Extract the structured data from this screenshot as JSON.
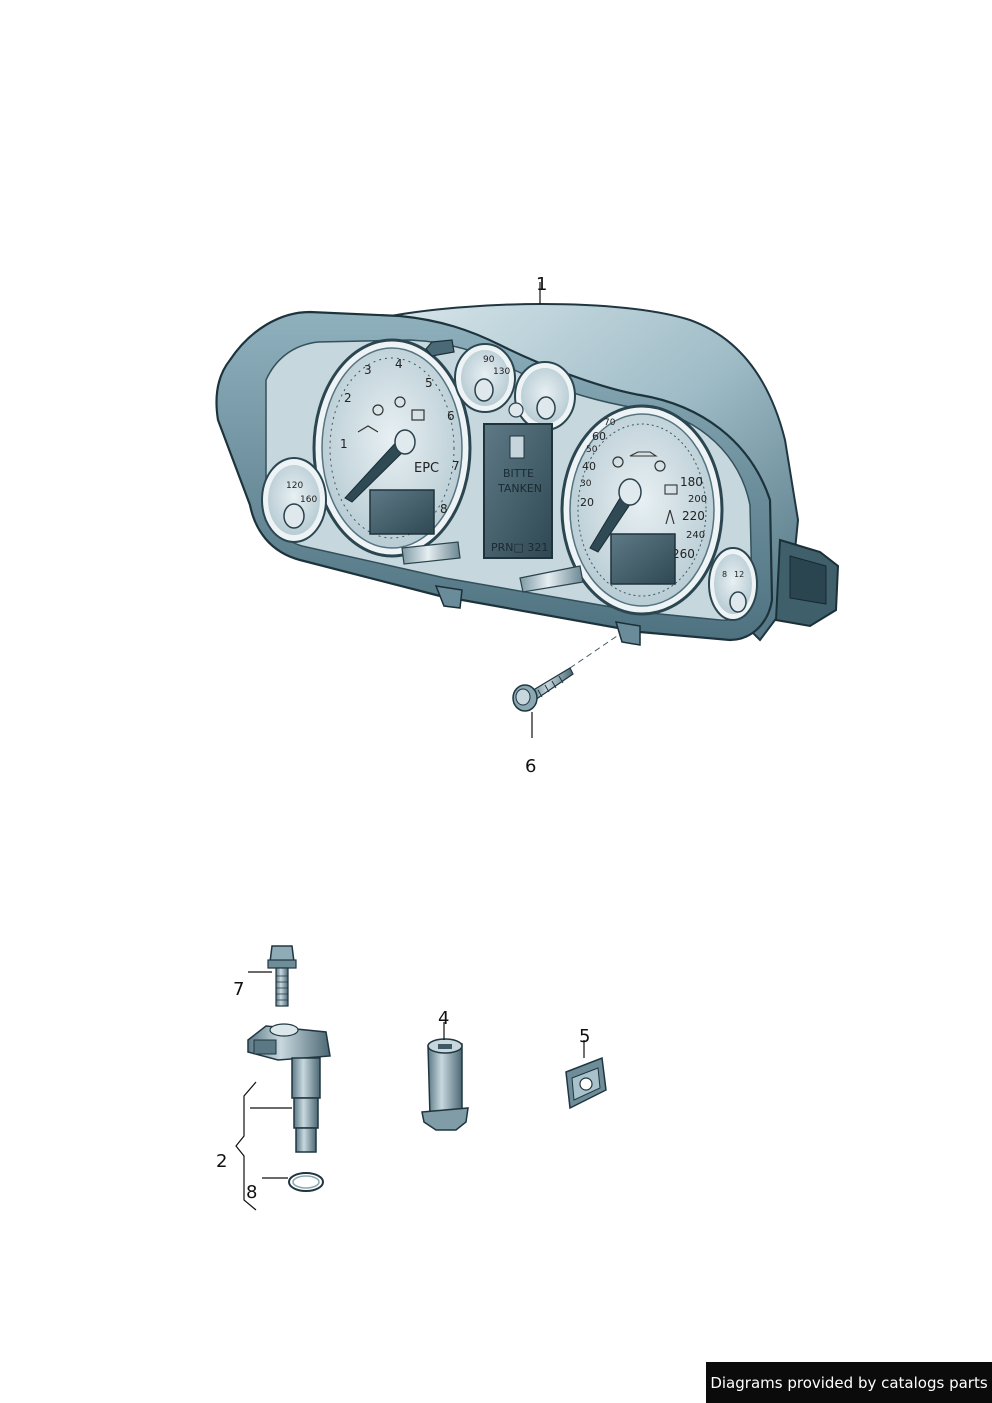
{
  "callouts": {
    "c1": "1",
    "c2": "2",
    "c4": "4",
    "c5": "5",
    "c6": "6",
    "c7": "7",
    "c8": "8"
  },
  "cluster": {
    "tach_numbers": [
      "1",
      "2",
      "3",
      "4",
      "5",
      "6",
      "7",
      "8"
    ],
    "epc": "EPC",
    "temp_gauge": [
      "90",
      "130"
    ],
    "oil_gauge": [
      "120",
      "160"
    ],
    "fuel_gauge": [
      "8",
      "12"
    ],
    "lcd_line1": "BITTE",
    "lcd_line2": "TANKEN",
    "gear_display": "PRN□ 321",
    "speedo_numbers_small": [
      "20",
      "30",
      "40",
      "50",
      "60",
      "70"
    ],
    "speedo_numbers_large": [
      "180",
      "200",
      "220",
      "240",
      "260"
    ]
  },
  "credit": "Diagrams provided by catalogs parts",
  "colors": {
    "housing": "#6b8d9b",
    "housing_dark": "#2e4a56",
    "face": "#c9d9df",
    "dial": "#dbe7ec",
    "lcd": "#4a6470",
    "chrome": "#eef3f5"
  }
}
